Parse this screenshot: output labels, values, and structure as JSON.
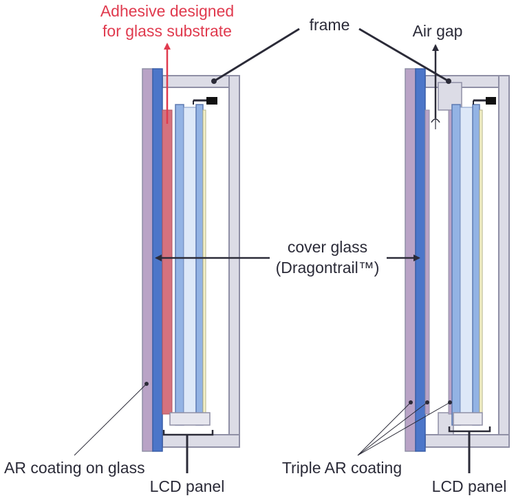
{
  "labels": {
    "adhesive_line1": "Adhesive designed",
    "adhesive_line2": "for glass substrate",
    "frame": "frame",
    "air_gap": "Air gap",
    "cover_glass_line1": "cover glass",
    "cover_glass_line2": "(Dragontrail™)",
    "ar_coating_on_glass": "AR coating on glass",
    "lcd_panel_left": "LCD panel",
    "triple_ar_coating": "Triple AR coating",
    "lcd_panel_right": "LCD panel"
  },
  "colors": {
    "ar_coating": "#b9a3c6",
    "cover_glass": "#4c76c9",
    "adhesive": "#d4727e",
    "adhesive_label": "#e03a4e",
    "frame_fill": "#dcdce6",
    "frame_stroke": "#8f8fa5",
    "lcd_glass": "#93b3e4",
    "lcd_inner": "#dde8f8",
    "backlight": "#f3f0c8",
    "line": "#2b2b38"
  }
}
